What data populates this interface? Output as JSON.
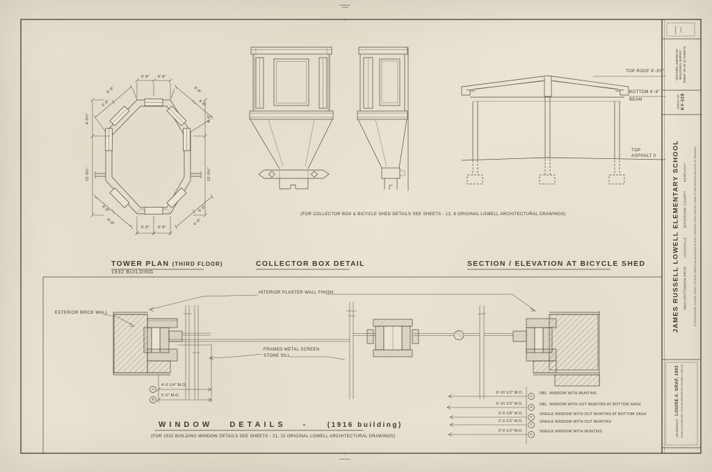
{
  "titleblock": {
    "survey_line1": "HISTORIC AMERICAN",
    "survey_line2": "BUILDINGS SURVEY",
    "survey_line3": "SHEET 26 OF 32 SHEETS",
    "survey_no_label": "SURVEY NO.",
    "survey_no": "KY-229",
    "name": "JAMES  RUSSELL  LOWELL  ELEMENTARY  SCHOOL",
    "address": "4603 CRITTENDEN DRIVE        LOUISVILLE        JEFFERSON  COUNTY        KENTUCKY",
    "credit": "IF REPRODUCED, PLEASE CREDIT HISTORIC AMERICAN BUILDINGS SURVEY, NATIONAL PARK SERVICE, NAME OF DELINEATOR AND DATE OF DRAWING",
    "delineator_label": "DELINEATED BY",
    "delineator": "LOUISE A. GRAF, 1993",
    "project_line": "LOWELL ELEMENTARY SCHOOL RECORDING PROJECT (1992-93)"
  },
  "tower": {
    "title": "TOWER  PLAN",
    "title_suffix": "(THIRD  FLOOR)",
    "subtitle": "1932  BUILDING",
    "dims": {
      "top_left": "6'-8\"",
      "top_right": "6'-8\"",
      "nw1": "6'-8\"",
      "nw2": "6'-8\"",
      "ne1": "6'-8\"",
      "ne2": "6'-8\"",
      "left_upper": "4'-9¾\"",
      "left_lower": "15'-9½\"",
      "right_upper": "4'-8\"",
      "right_lower": "15'-9½\"",
      "sw1": "6'-8\"",
      "sw2": "6'-8\"",
      "se1": "6'-8\"",
      "se2": "6'-8\"",
      "bottom_left": "6'-8\"",
      "bottom_right": "6'-8\""
    }
  },
  "collector": {
    "title": "COLLECTOR  BOX  DETAIL"
  },
  "shed": {
    "title": "SECTION / ELEVATION  AT  BICYCLE  SHED",
    "top_roof": "TOP ROOF 8'-3¾\"",
    "bottom_beam_1": "BOTTOM 6'-6\"",
    "bottom_beam_2": "BEAM",
    "asphalt_1": "TOP",
    "asphalt_2": "ASPHALT  0"
  },
  "top_note": "(FOR COLLECTOR BOX & BICYCLE SHED DETAILS SEE SHEETS - 12, 8 ORIGINAL LOWELL ARCHITECTURAL DRAWINGS)",
  "windows": {
    "title": "WINDOW   DETAILS -",
    "title_paren": "(1916 building)",
    "note": "(FOR 1932 BUILDING WINDOW DETAILS SEE SHEETS - 21, 22 ORIGINAL LOWELL ARCHITECTURAL DRAWINGS)",
    "labels": {
      "interior": "INTERIOR PLASTER WALL FINISH",
      "exterior": "EXTERIOR BRICK WALL",
      "screen": "FRAMED METAL SCREEN",
      "sill": "STONE SILL"
    },
    "dims_ab": [
      {
        "letter": "A",
        "dim": "4'-0 1/4\" M.O."
      },
      {
        "letter": "B",
        "dim": "5'-0\" M.O."
      }
    ],
    "schedule": [
      {
        "letter": "C",
        "dim": "6'-10 1/2\" M.O.",
        "desc": "DBL. WINDOW WITH MUNTINS"
      },
      {
        "letter": "D",
        "dim": "6'-10 1/2\" M.O.",
        "desc": "DBL. WINDOW WITH OUT MUNTINS AT BOTTOM SASH"
      },
      {
        "letter": "E",
        "dim": "3'-0 1/8\" M.O.",
        "desc": "SINGLE WINDOW WITH OUT MUNTINS AT BOTTOM SASH"
      },
      {
        "letter": "F",
        "dim": "3'-0 1/2\" M.O.",
        "desc": "SINGLE WINDOW WITH OUT MUNTINS"
      },
      {
        "letter": "G",
        "dim": "3'-0 1/2\" M.O.",
        "desc": "SINGLE WINDOW WITH MUNTINS"
      }
    ]
  }
}
